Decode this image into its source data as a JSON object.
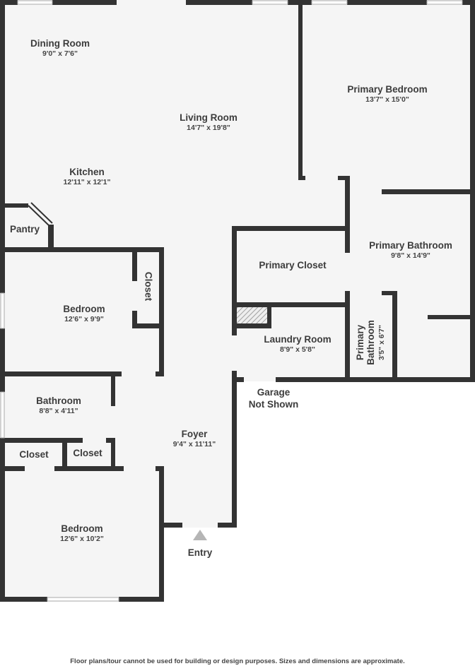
{
  "rooms": {
    "dining": {
      "name": "Dining Room",
      "dim": "9'0\" x 7'6\""
    },
    "living": {
      "name": "Living Room",
      "dim": "14'7\" x 19'8\""
    },
    "kitchen": {
      "name": "Kitchen",
      "dim": "12'11\" x 12'1\""
    },
    "pantry": {
      "name": "Pantry"
    },
    "primary_bedroom": {
      "name": "Primary Bedroom",
      "dim": "13'7\" x 15'0\""
    },
    "primary_bathroom": {
      "name": "Primary Bathroom",
      "dim": "9'8\" x 14'9\""
    },
    "primary_closet": {
      "name": "Primary Closet"
    },
    "bedroom1": {
      "name": "Bedroom",
      "dim": "12'6\" x 9'9\""
    },
    "closet1": {
      "name": "Closet"
    },
    "laundry": {
      "name": "Laundry Room",
      "dim": "8'9\" x 5'8\""
    },
    "primary_bathroom2": {
      "name1": "Primary",
      "name2": "Bathroom",
      "dim": "3'5\" x 6'7\""
    },
    "bathroom": {
      "name": "Bathroom",
      "dim": "8'8\" x 4'11\""
    },
    "closet2": {
      "name": "Closet"
    },
    "closet3": {
      "name": "Closet"
    },
    "foyer": {
      "name": "Foyer",
      "dim": "9'4\" x 11'11\""
    },
    "bedroom2": {
      "name": "Bedroom",
      "dim": "12'6\" x 10'2\""
    }
  },
  "garage_note": {
    "line1": "Garage",
    "line2": "Not Shown"
  },
  "entry_label": "Entry",
  "disclaimer": "Floor plans/tour cannot be used for building or design purposes. Sizes and dimensions are approximate.",
  "colors": {
    "wall": "#333333",
    "floor": "#f5f5f5",
    "entry_arrow": "#b5b5b5"
  }
}
